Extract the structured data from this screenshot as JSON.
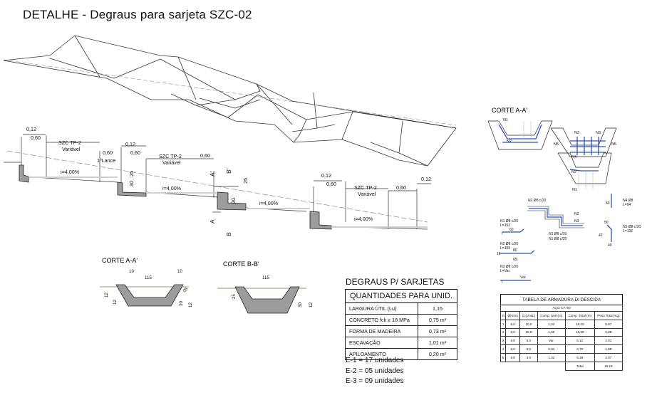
{
  "title": "DETALHE - Degraus para sarjeta SZC-02",
  "profile": {
    "dim_012": "0,12",
    "dim_060": "0,60",
    "szc_tp2": "SZC TP-2",
    "variavel": "Variável",
    "lance": "1ºLance",
    "slope": "i=4,00%",
    "v25": "25",
    "v30": "30",
    "cut_a": "A",
    "cut_a_prime": "A'",
    "cut_b": "B",
    "cut_b_prime": "B'"
  },
  "corte_aa_small": {
    "title": "CORTE A-A'",
    "dims": [
      "10",
      "115",
      "10",
      "12",
      "12",
      "30",
      "12",
      "05"
    ]
  },
  "corte_bb": {
    "title": "CORTE B-B'",
    "dims": [
      "115",
      "25",
      "30",
      "12"
    ]
  },
  "corte_aa_detail": {
    "title": "CORTE A-A'",
    "bars": [
      "N1",
      "N2",
      "N3",
      "N4",
      "N5",
      "N1",
      "N2",
      "N3",
      "N5"
    ]
  },
  "rebar_shapes": {
    "top_labels": [
      "N2 Ø8 c/20",
      "N2",
      "N3"
    ],
    "mid_labels": [
      "N1 Ø8 c/20",
      "N1 Ø8 c/20"
    ],
    "n1": {
      "label": "N1 Ø8 c/20",
      "length": "L=152",
      "dims": [
        "7",
        "60"
      ]
    },
    "n2": {
      "label": "N2 Ø8 c/20",
      "length": "L=159",
      "dims": [
        "11",
        "80",
        "65"
      ]
    },
    "n3": {
      "label": "N3 Ø8 c/20",
      "length": "L=Var.",
      "dims": [
        "7",
        "Var."
      ]
    },
    "n4": {
      "label": "N4 Ø8",
      "length": "L=94",
      "dims": [
        "40"
      ]
    },
    "n5": {
      "label": "N5 Ø8 c/20",
      "length": "L=132",
      "dims": [
        "50",
        "42",
        "40"
      ]
    }
  },
  "degraus": {
    "heading": "DEGRAUS P/ SARJETAS",
    "table_title": "QUANTIDADES PARA UNID.",
    "rows": [
      {
        "label": "LARGURA ÚTIL (Lu)",
        "value": "1,15"
      },
      {
        "label": "CONCRETO fck ≥ 18 MPa",
        "value": "0,75 m³"
      },
      {
        "label": "FORMA DE MADEIRA",
        "value": "0,73 m²"
      },
      {
        "label": "ESCAVAÇÃO",
        "value": "1,01 m³"
      },
      {
        "label": "APILOAMENTO",
        "value": "0,20 m²"
      }
    ],
    "units": [
      "E-1 = 17 unidades",
      "E-2 = 05 unidades",
      "E-3 = 09 unidades"
    ]
  },
  "armadura": {
    "title": "TABELA DE ARMADURA D/ DESCIDA",
    "subtitle": "AÇO CA-50",
    "headers": [
      "N",
      "Ø(mm)",
      "Q (Unid.)",
      "Comp. Unit (m)",
      "Comp. Total (m)",
      "Peso Total (Kg)"
    ],
    "rows": [
      [
        "1",
        "8,0",
        "10,0",
        "1,52",
        "15,20",
        "5,97"
      ],
      [
        "2",
        "8,0",
        "10,0",
        "1,59",
        "15,90",
        "6,25"
      ],
      [
        "3",
        "8,0",
        "5,0",
        "Var.",
        "5,12",
        "2,01"
      ],
      [
        "4",
        "8,0",
        "5,0",
        "0,94",
        "4,70",
        "1,85"
      ],
      [
        "5",
        "8,0",
        "4,0",
        "1,32",
        "5,28",
        "2,07"
      ]
    ],
    "total_label": "Total",
    "total_value": "18,15"
  },
  "colors": {
    "rebar": "#2b50c8",
    "concrete": "#9c9c9c",
    "line": "#222222"
  }
}
